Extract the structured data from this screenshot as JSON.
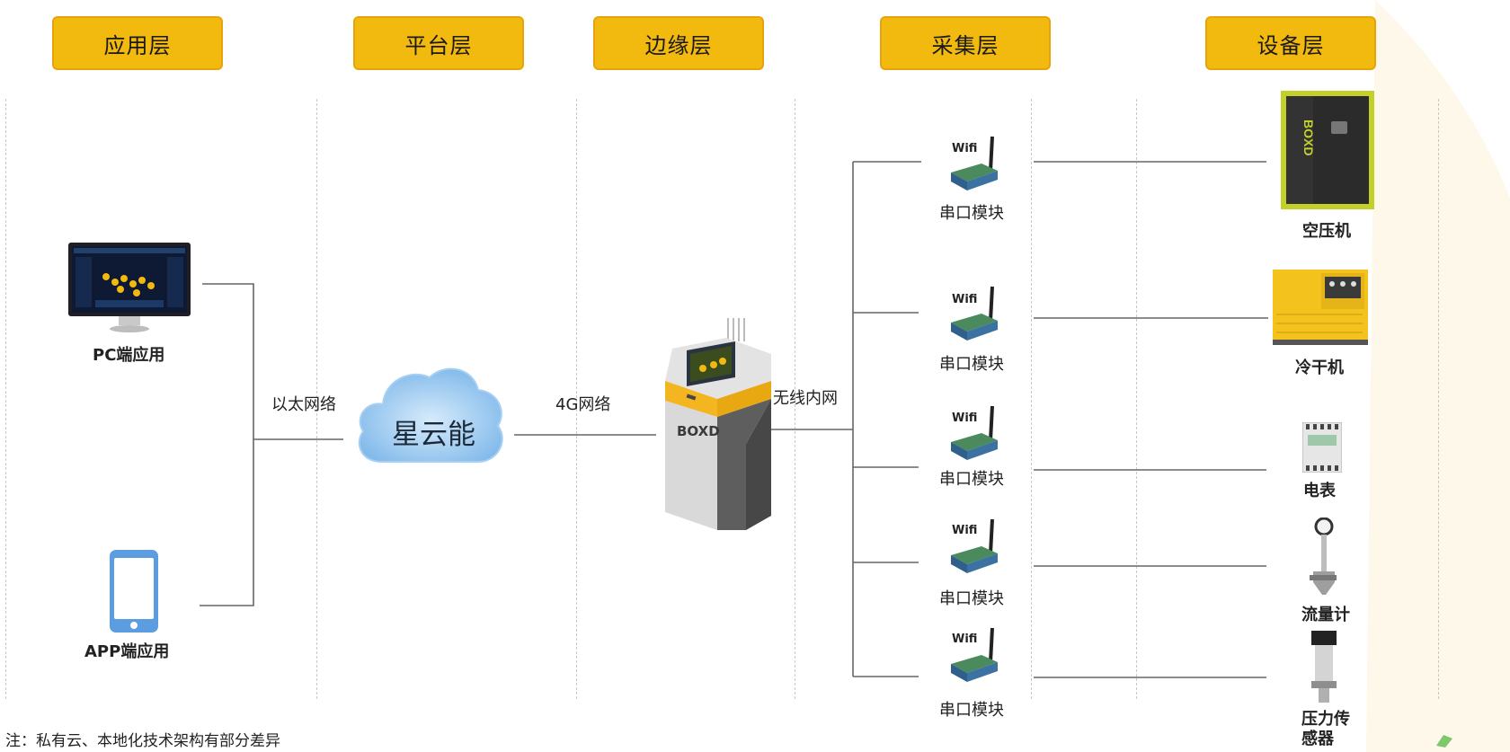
{
  "layers": [
    "应用层",
    "平台层",
    "边缘层",
    "采集层",
    "设备层"
  ],
  "app": {
    "pc_label": "PC端应用",
    "app_label": "APP端应用"
  },
  "links": {
    "ethernet": "以太网络",
    "g4": "4G网络",
    "wireless": "无线内网"
  },
  "cloud": {
    "name": "星云能"
  },
  "gateway": {
    "brand": "BOXD"
  },
  "modules": {
    "wifi": "Wifi",
    "label": "串口模块"
  },
  "devices": [
    "空压机",
    "冷干机",
    "电表",
    "流量计",
    "压力传感器"
  ],
  "note": "注：私有云、本地化技术架构有部分差异",
  "colors": {
    "layer_fill": "#f2b90f",
    "layer_border": "#e8a20a",
    "cloud": "#8fc3ee",
    "gateway_accent": "#f3b520",
    "phone": "#5b9de0"
  }
}
